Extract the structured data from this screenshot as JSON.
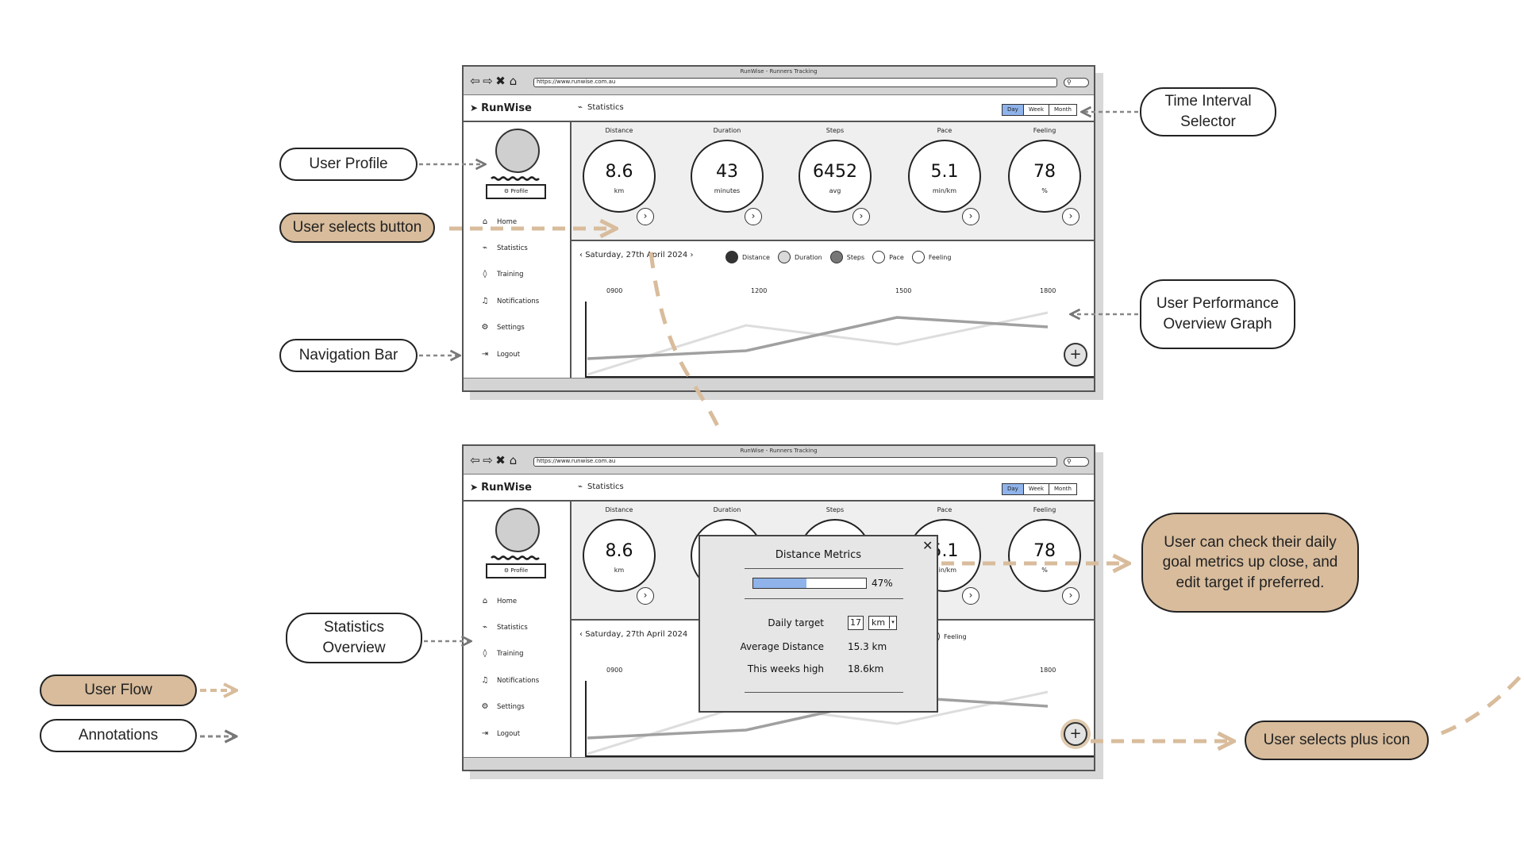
{
  "browser": {
    "window_title": "RunWise - Runners Tracking",
    "url": "https://www.runwise.com.au"
  },
  "app": {
    "brand": "RunWise",
    "section_title": "Statistics",
    "intervals": [
      "Day",
      "Week",
      "Month"
    ],
    "profile_button": "Profile",
    "nav_items": [
      {
        "label": "Home",
        "icon": "home-icon"
      },
      {
        "label": "Statistics",
        "icon": "activity-icon"
      },
      {
        "label": "Training",
        "icon": "drop-icon"
      },
      {
        "label": "Notifications",
        "icon": "bell-icon"
      },
      {
        "label": "Settings",
        "icon": "gear-icon"
      },
      {
        "label": "Logout",
        "icon": "logout-icon"
      }
    ],
    "metrics": [
      {
        "label": "Distance",
        "value": "8.6",
        "unit": "km"
      },
      {
        "label": "Duration",
        "value": "43",
        "unit": "minutes"
      },
      {
        "label": "Steps",
        "value": "6452",
        "unit": "avg"
      },
      {
        "label": "Pace",
        "value": "5.1",
        "unit": "min/km"
      },
      {
        "label": "Feeling",
        "value": "78",
        "unit": "%"
      }
    ],
    "date": "Saturday, 27th April 2024",
    "legend": [
      {
        "label": "Distance",
        "fill": "#333333"
      },
      {
        "label": "Duration",
        "fill": "#d9d9d9"
      },
      {
        "label": "Steps",
        "fill": "#777777"
      },
      {
        "label": "Pace",
        "fill": "#ffffff"
      },
      {
        "label": "Feeling",
        "fill": "#ffffff"
      }
    ],
    "time_labels": [
      "0900",
      "1200",
      "1500",
      "1800"
    ]
  },
  "modal": {
    "title": "Distance Metrics",
    "progress_percent": 47,
    "progress_label": "47%",
    "daily_target_label": "Daily target",
    "daily_target_value": "17",
    "daily_target_unit": "km",
    "average_distance_label": "Average Distance",
    "average_distance_value": "15.3 km",
    "weeks_high_label": "This weeks high",
    "weeks_high_value": "18.6km"
  },
  "annotations": {
    "user_profile": "User Profile",
    "user_selects_button": "User selects button",
    "navigation_bar": "Navigation Bar",
    "time_interval_selector": "Time Interval Selector",
    "performance_graph": "User Performance Overview Graph",
    "statistics_overview": "Statistics Overview",
    "daily_goal_note": "User can check their daily goal metrics up close, and edit target if preferred.",
    "user_selects_plus": "User selects plus icon",
    "key_user_flow": "User Flow",
    "key_annotations": "Annotations"
  },
  "colors": {
    "flow": "#d8bc9c",
    "accent": "#8fb3ea",
    "outline": "#222222"
  }
}
